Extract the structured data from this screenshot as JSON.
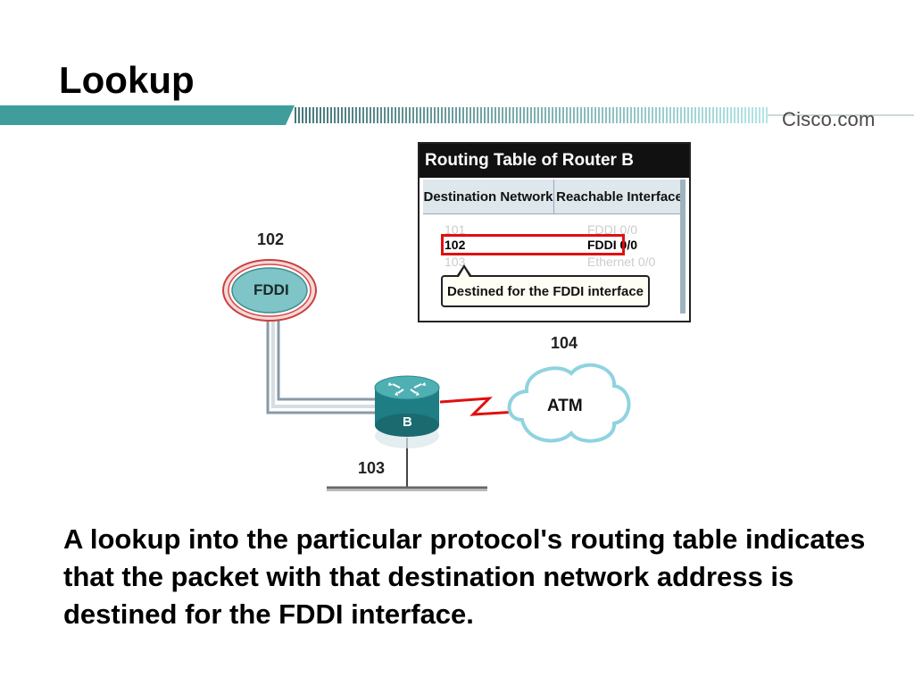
{
  "slide": {
    "title": "Lookup",
    "brand": "Cisco.com",
    "caption": "A lookup into the particular protocol's routing table indicates that the packet with that destination network address is destined for the FDDI interface."
  },
  "routing_table": {
    "title": "Routing Table of Router B",
    "columns": [
      "Destination Network",
      "Reachable Interface"
    ],
    "rows": [
      {
        "network": "101",
        "interface": "FDDI 0/0",
        "faded": true
      },
      {
        "network": "102",
        "interface": "FDDI  0/0",
        "faded": false
      },
      {
        "network": "103",
        "interface": "Ethernet  0/0",
        "faded": true
      }
    ],
    "callout": "Destined for the FDDI interface"
  },
  "network": {
    "fddi_number": "102",
    "fddi_label": "FDDI",
    "atm_number": "104",
    "atm_label": "ATM",
    "ethernet_number": "103",
    "router_label": "B"
  },
  "colors": {
    "accent_teal": "#2e8b8f",
    "highlight_red": "#e01010",
    "fddi_fill": "#7fc4c6",
    "cloud_outline": "#8fd3e0"
  }
}
